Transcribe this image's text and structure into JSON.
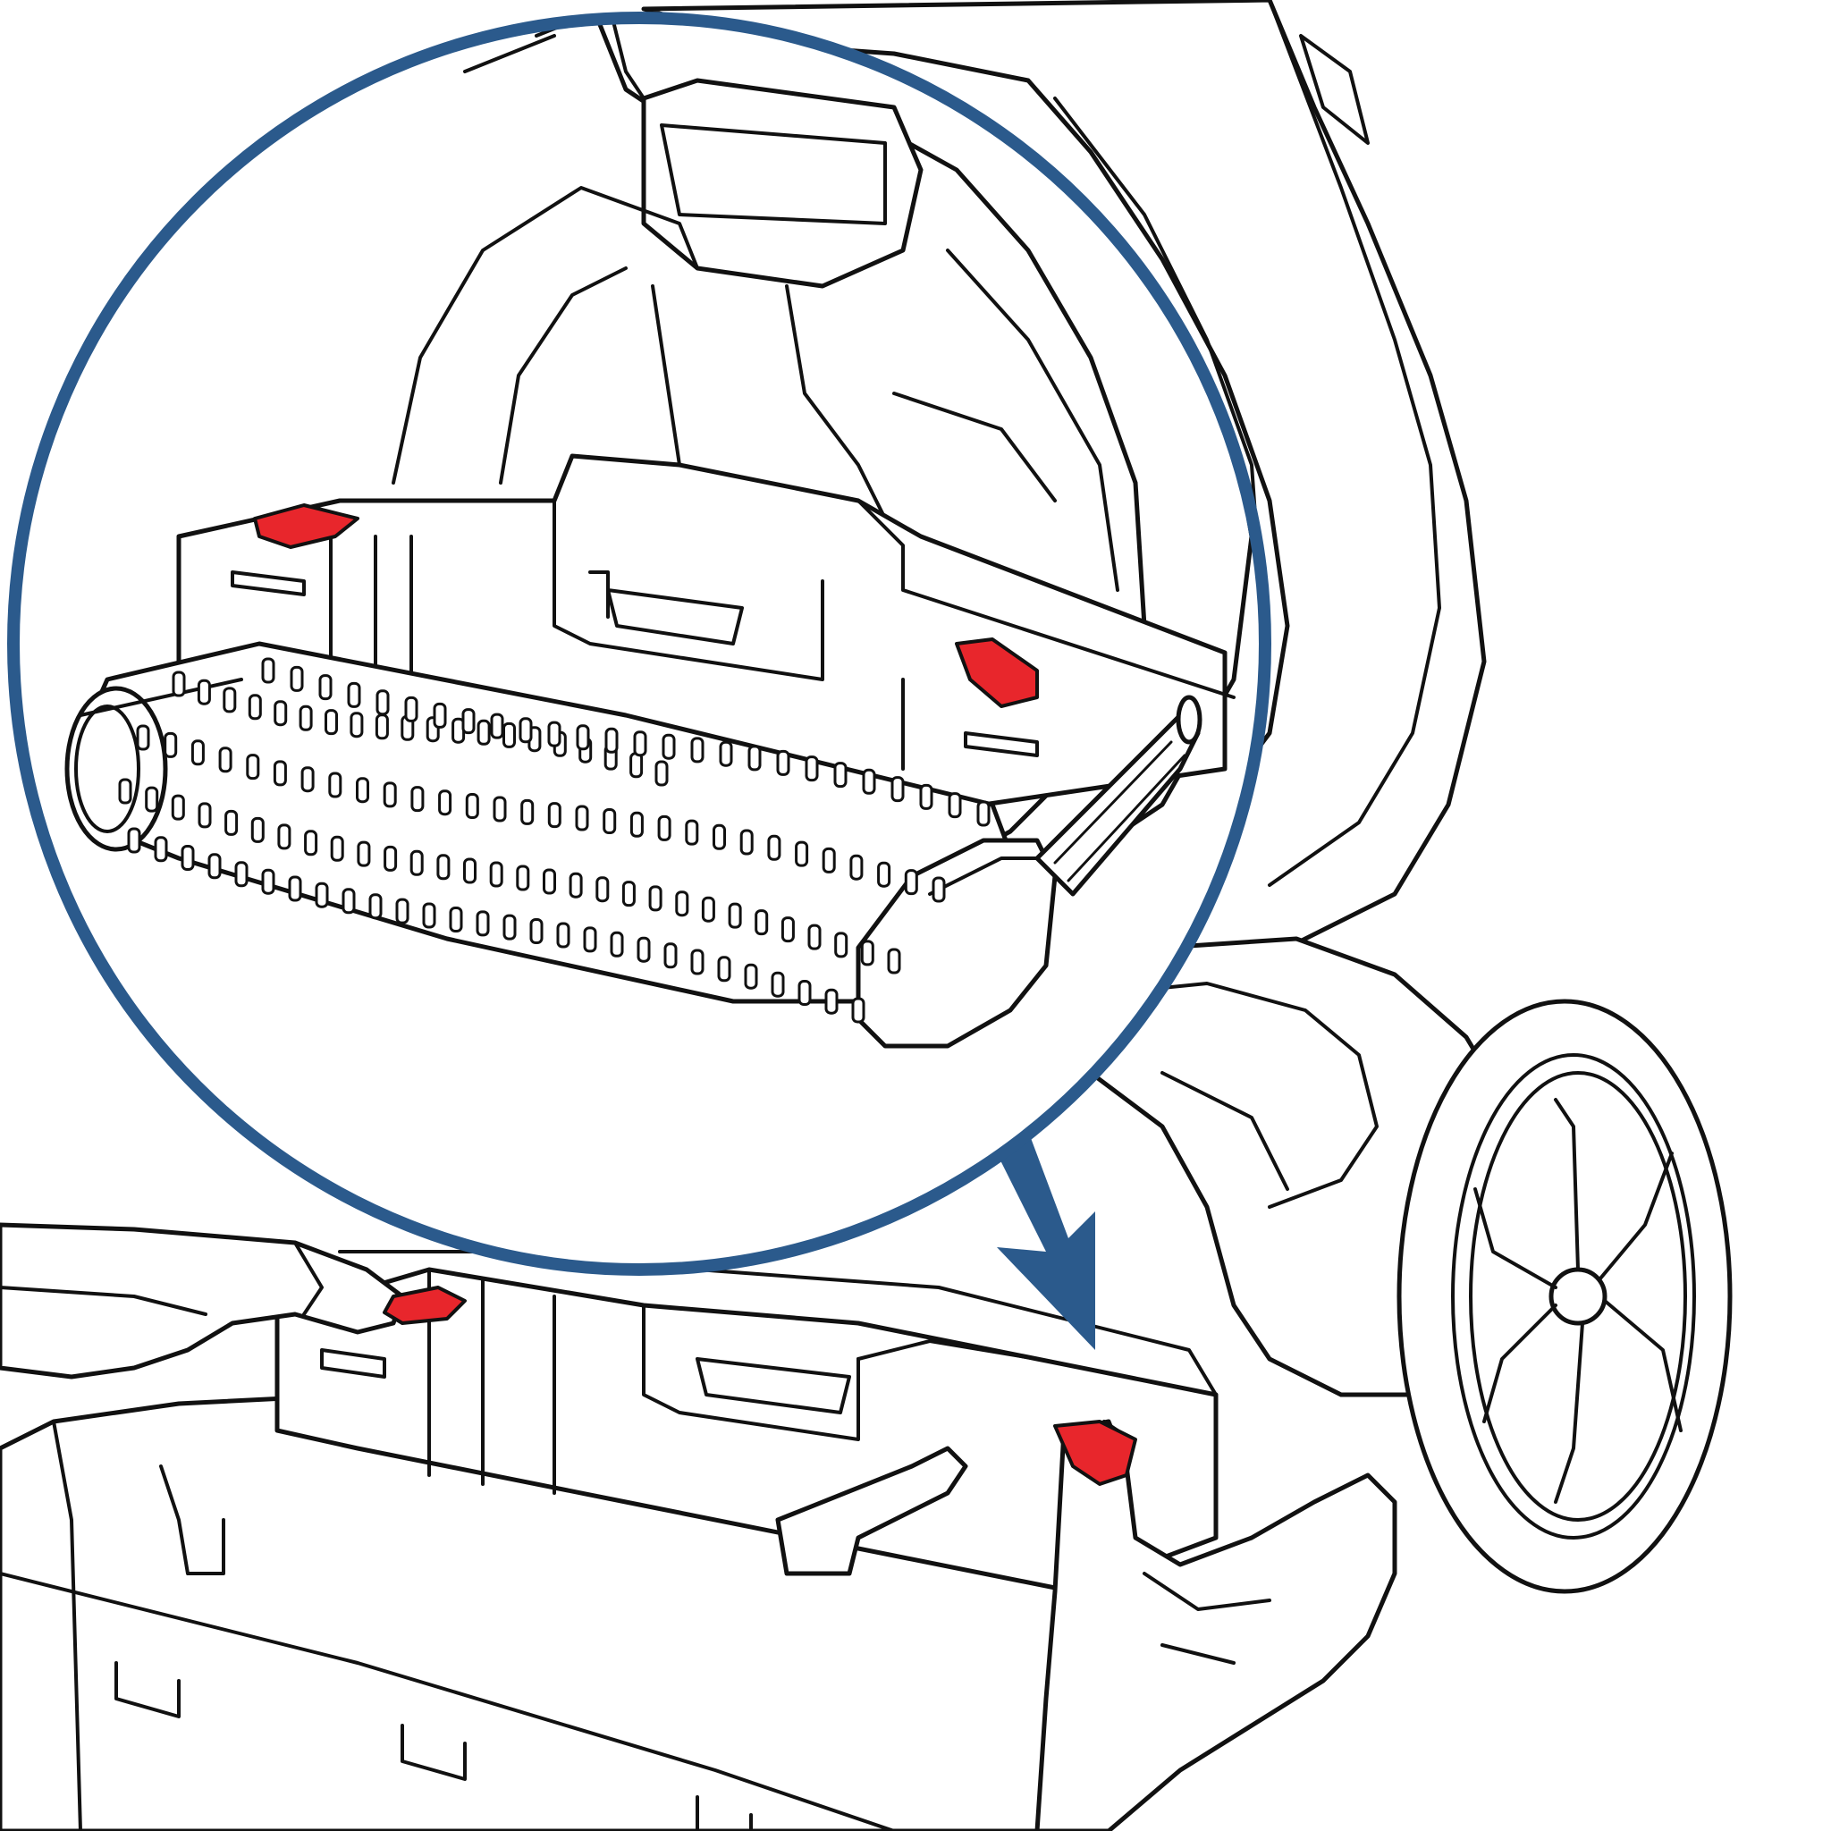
{
  "colors": {
    "outline": "#111111",
    "background": "#ffffff",
    "callout_blue": "#2b5a8c",
    "release_tab_red": "#e8262c"
  },
  "icons": {
    "callout": "magnifier-circle",
    "arrow": "down-right-arrow",
    "tab": "red-hexagon-tab"
  }
}
